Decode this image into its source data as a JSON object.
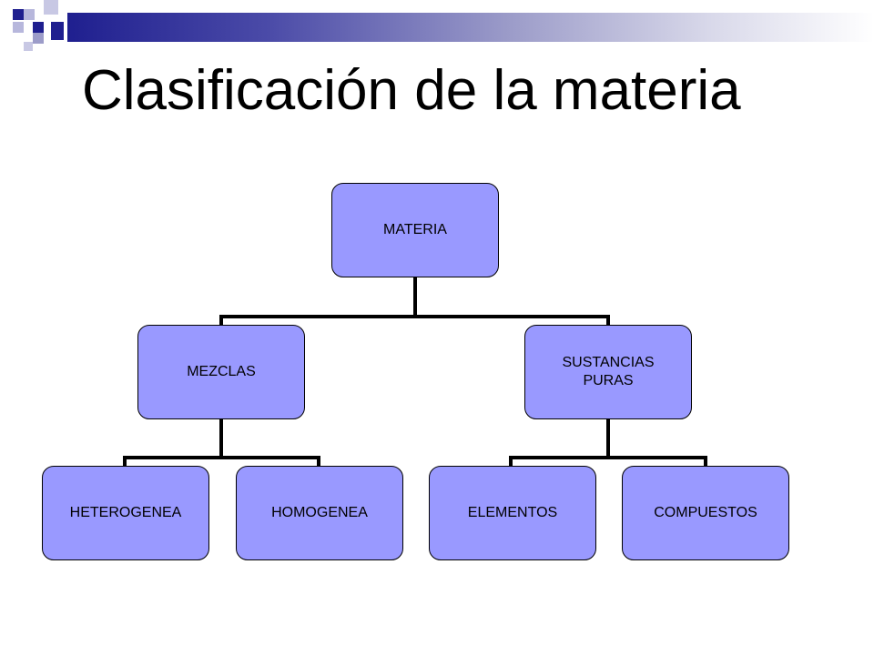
{
  "slide": {
    "title": "Clasificación de la materia"
  },
  "colors": {
    "node_fill": "#9999ff",
    "connector": "#000000",
    "accent_dark": "#1f1f8f",
    "accent_light": "#9c9cc9"
  },
  "diagram": {
    "root": "MATERIA",
    "level1": {
      "left": "MEZCLAS",
      "right": "SUSTANCIAS\nPURAS"
    },
    "level2": {
      "heterogenea": "HETEROGENEA",
      "homogenea": "HOMOGENEA",
      "elementos": "ELEMENTOS",
      "compuestos": "COMPUESTOS"
    }
  }
}
